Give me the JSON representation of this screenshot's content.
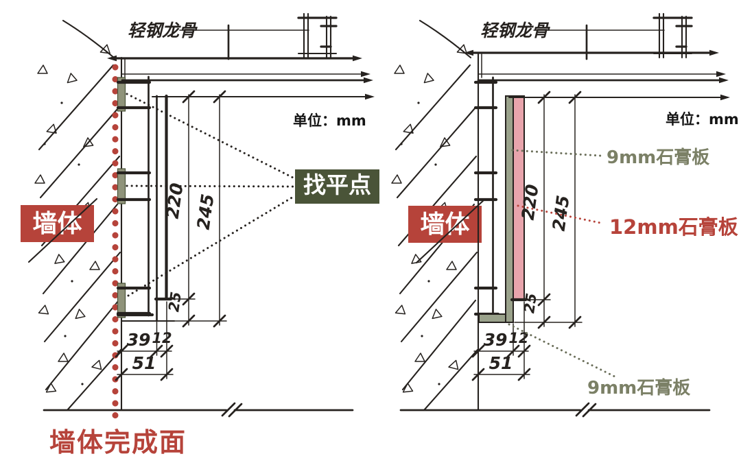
{
  "labels": {
    "keel": "轻钢龙骨",
    "unit": "单位：mm",
    "wall": "墙体",
    "leveling_point": "找平点",
    "wall_finish_surface": "墙体完成面",
    "gypsum_9mm": "9mm石膏板",
    "gypsum_12mm": "12mm石膏板"
  },
  "dimensions": {
    "inner_height": "220",
    "total_height": "245",
    "bottom_gap": "25",
    "cavity_plus_board": "39",
    "board_12": "12",
    "total_depth": "51"
  },
  "colors": {
    "accent_red": "#b6433a",
    "olive_dark": "#4a5438",
    "olive_pad": "#8f937a",
    "olive_text": "#7b8066",
    "board_9mm_fill": "#9aa28b",
    "board_12mm_fill": "#e8a4ac",
    "ink": "#26221f",
    "background": "#ffffff"
  }
}
